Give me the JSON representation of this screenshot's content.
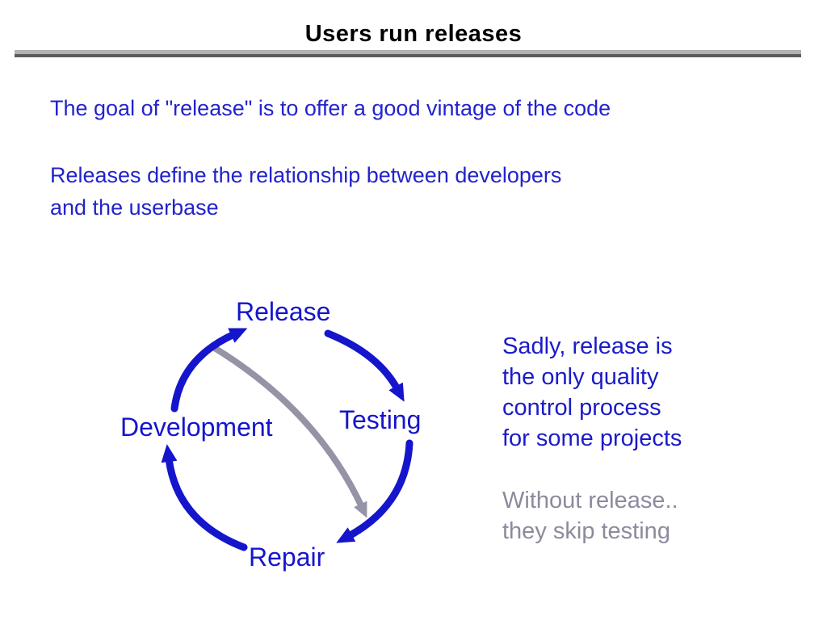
{
  "slide": {
    "title": "Users run releases"
  },
  "colors": {
    "title_text": "#000000",
    "body_blue": "#2323cc",
    "diagram_blue": "#1515cc",
    "side_note_blue": "#1b1bc9",
    "gray_text": "#8b8b9e",
    "gray_arrow": "#9494a6",
    "rule_light_gray": "#b2b2b2",
    "rule_dark_gray": "#5c5c5c",
    "background": "#ffffff"
  },
  "body": {
    "para1": "The goal of \"release\" is to offer a good vintage of the code",
    "para2_line1": "Releases define the relationship between developers",
    "para2_line2": "and the userbase"
  },
  "diagram": {
    "nodes": [
      {
        "id": "release",
        "label": "Release"
      },
      {
        "id": "testing",
        "label": "Testing"
      },
      {
        "id": "development",
        "label": "Development"
      },
      {
        "id": "repair",
        "label": "Repair"
      }
    ],
    "arrows": [
      {
        "from": "Release",
        "to": "Testing",
        "color": "#1515cc"
      },
      {
        "from": "Testing",
        "to": "Repair",
        "color": "#1515cc"
      },
      {
        "from": "Repair",
        "to": "Development",
        "color": "#1515cc"
      },
      {
        "from": "Development",
        "to": "Release",
        "color": "#1515cc"
      },
      {
        "from": "Release",
        "to": "Repair",
        "color": "#9494a6"
      }
    ]
  },
  "side_note": {
    "lines": [
      "Sadly, release is",
      "the only quality",
      "control process",
      "for some projects"
    ]
  },
  "gray_note": {
    "lines": [
      "Without release..",
      "they skip testing"
    ]
  }
}
